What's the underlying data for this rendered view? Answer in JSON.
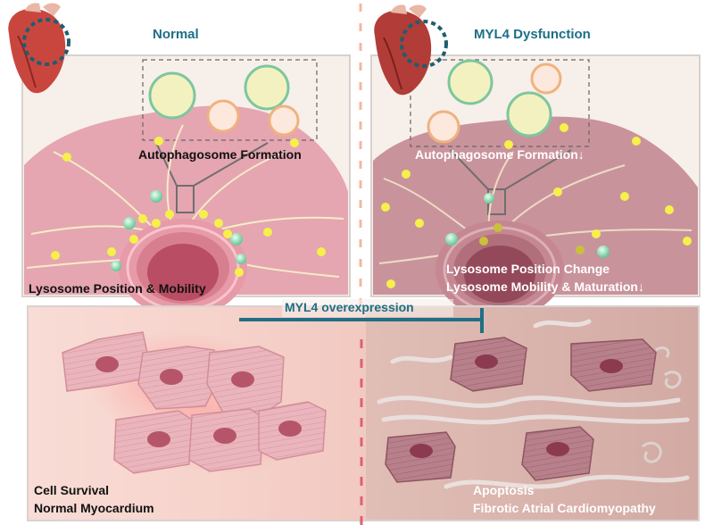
{
  "panels": {
    "normal": {
      "title": "Normal",
      "autophagosome_label": "Autophagosome Formation",
      "lysosome_label": "Lysosome Position & Mobility"
    },
    "dysfunction": {
      "title": "MYL4 Dysfunction",
      "autophagosome_label": "Autophagosome Formation↓",
      "lysosome_label_line1": "Lysosome Position Change",
      "lysosome_label_line2": "Lysosome Mobility & Maturation↓"
    }
  },
  "intervention": {
    "label": "MYL4 overexpression"
  },
  "outcomes": {
    "normal_line1": "Cell Survival",
    "normal_line2": "Normal Myocardium",
    "dysfunction_line1": "Apoptosis",
    "dysfunction_line2": "Fibrotic Atrial Cardiomyopathy"
  },
  "colors": {
    "title": "#1d6f86",
    "inhibitor_bar": "#1f6f85",
    "cell_normal": "#e5a6b1",
    "cell_dysfunction": "#c9939c",
    "divider": "#f3b7a0"
  }
}
